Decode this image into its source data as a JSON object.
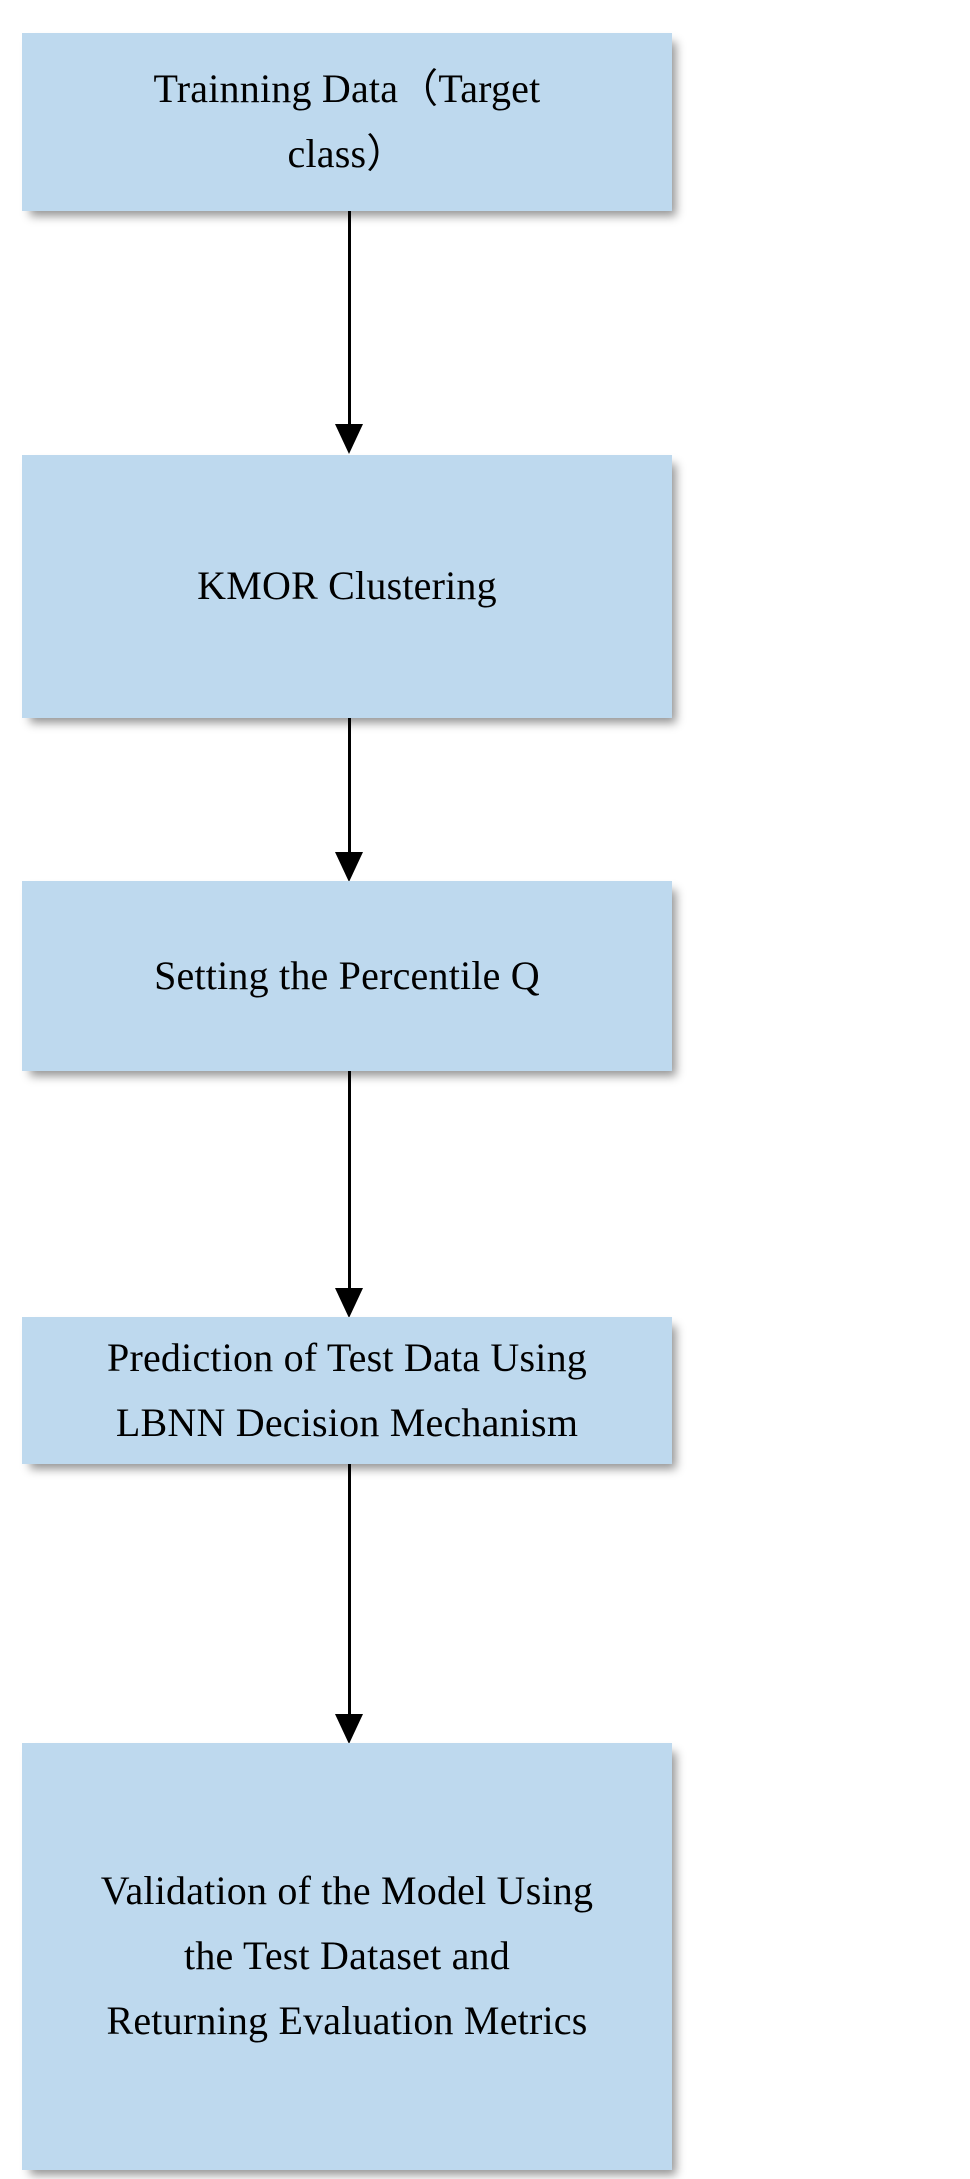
{
  "diagram": {
    "title": "KMOR + LBNN one-class classification pipeline",
    "orientation": "top-to-bottom",
    "box_fill_color": "#bed9ee",
    "text_color": "#000000",
    "arrow_color": "#000000",
    "background_color": "#ffffff",
    "nodes": [
      {
        "id": "node-1",
        "name": "training-data",
        "label": "Trainning Data（Target\nclass）",
        "lines": [
          "Trainning Data（Target",
          "class）"
        ]
      },
      {
        "id": "node-2",
        "name": "kmor-clustering",
        "label": "KMOR Clustering",
        "lines": [
          "KMOR Clustering"
        ]
      },
      {
        "id": "node-3",
        "name": "setting-percentile-q",
        "label": "Setting the Percentile Q",
        "lines": [
          "Setting the Percentile Q"
        ]
      },
      {
        "id": "node-4",
        "name": "prediction-test-data",
        "label": "Prediction of Test Data Using\nLBNN Decision Mechanism",
        "lines": [
          "Prediction of Test Data Using",
          "LBNN Decision Mechanism"
        ]
      },
      {
        "id": "node-5",
        "name": "validation-of-model",
        "label": "Validation of the Model Using\nthe Test Dataset and\nReturning Evaluation Metrics",
        "lines": [
          "Validation of the Model Using",
          "the Test Dataset and",
          "Returning Evaluation Metrics"
        ]
      }
    ],
    "edges": [
      {
        "id": "connector-1",
        "name": "arrow-training-to-kmor",
        "from": "node-1",
        "to": "node-2",
        "style": "solid-arrow-down",
        "label": ""
      },
      {
        "id": "connector-2",
        "name": "arrow-kmor-to-percentile",
        "from": "node-2",
        "to": "node-3",
        "style": "solid-arrow-down",
        "label": ""
      },
      {
        "id": "connector-3",
        "name": "arrow-percentile-to-prediction",
        "from": "node-3",
        "to": "node-4",
        "style": "solid-arrow-down",
        "label": ""
      },
      {
        "id": "connector-4",
        "name": "arrow-prediction-to-validation",
        "from": "node-4",
        "to": "node-5",
        "style": "solid-arrow-down",
        "label": ""
      }
    ]
  }
}
